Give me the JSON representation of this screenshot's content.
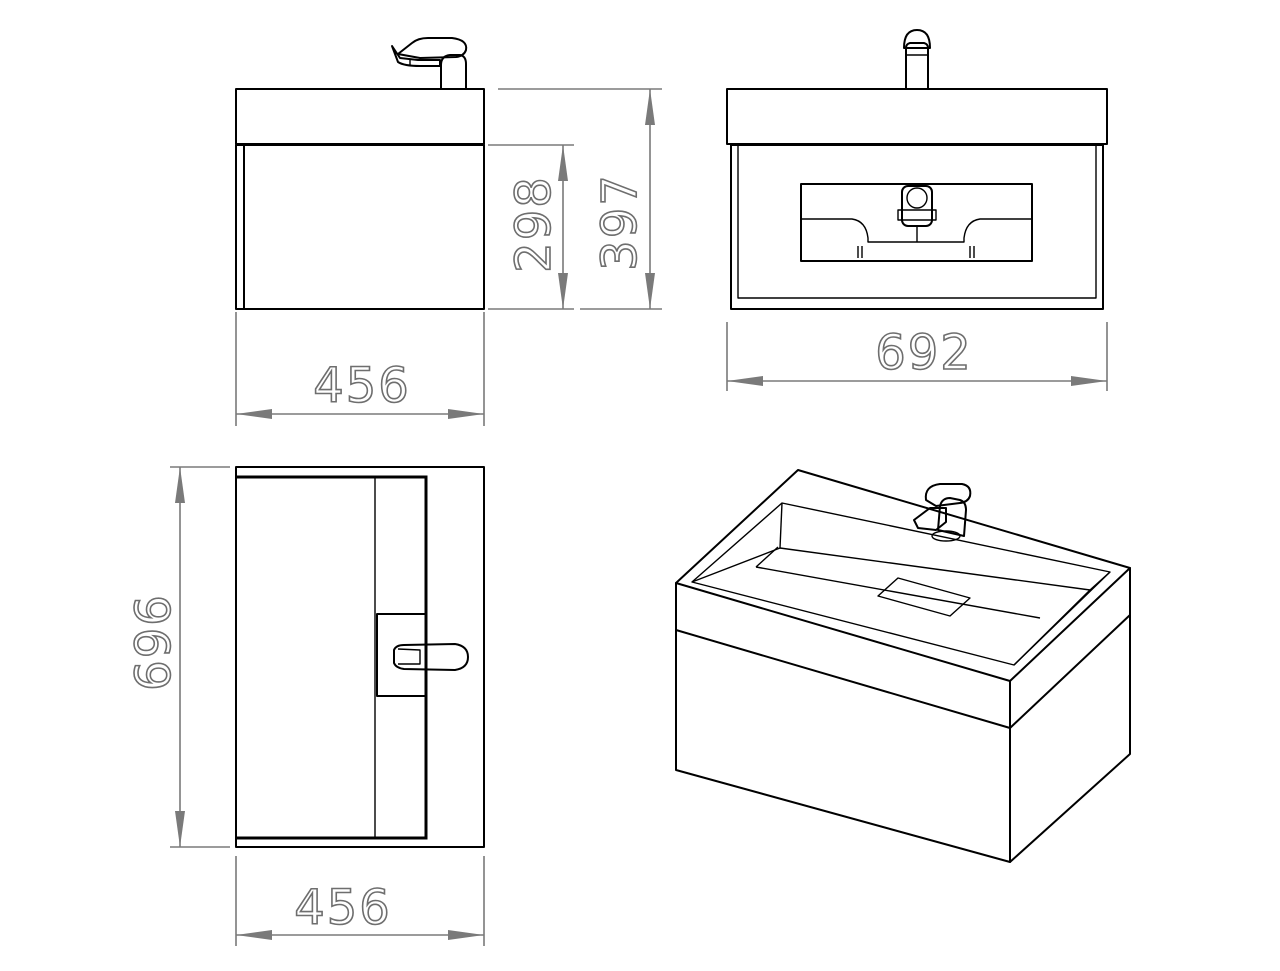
{
  "dimensions": {
    "side_view_width": "456",
    "cabinet_height": "298",
    "total_height": "397",
    "front_view_width": "692",
    "top_view_depth": "696",
    "top_view_width": "456"
  },
  "colors": {
    "line": "#000000",
    "dimension": "#7a7a7a",
    "background": "#ffffff"
  }
}
